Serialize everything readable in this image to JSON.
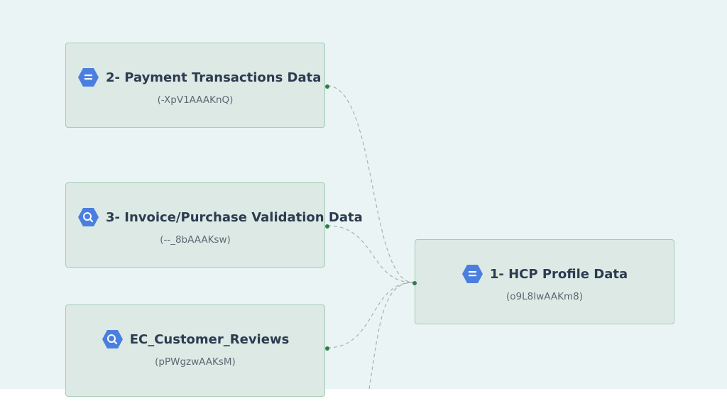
{
  "colors": {
    "canvas": "#ebf4f4",
    "node_fill": "#dde9e5",
    "node_border": "#a2cdb5",
    "edge": "#a9b2b0",
    "port": "#2e7d4f",
    "icon": "#4a7fe0",
    "title_text": "#2c3c50",
    "id_text": "#5e6873"
  },
  "nodes": [
    {
      "key": "payment",
      "title": "2- Payment Transactions Data",
      "id_label": "(-XpV1AAAKnQ)",
      "icon": "table-icon"
    },
    {
      "key": "invoice",
      "title": "3- Invoice/Purchase Validation Data",
      "id_label": "(--_8bAAAKsw)",
      "icon": "query-icon"
    },
    {
      "key": "reviews",
      "title": "EC_Customer_Reviews",
      "id_label": "(pPWgzwAAKsM)",
      "icon": "query-icon"
    },
    {
      "key": "hcp",
      "title": "1- HCP Profile Data",
      "id_label": "(o9L8IwAAKm8)",
      "icon": "table-icon"
    }
  ]
}
